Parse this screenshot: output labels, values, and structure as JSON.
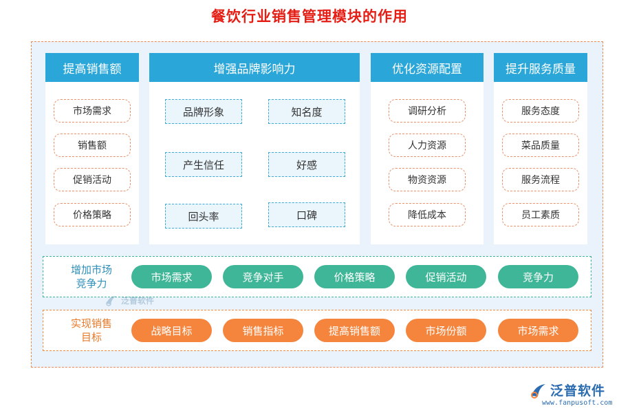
{
  "title": "餐饮行业销售管理模块的作用",
  "columns": [
    {
      "heading": "提高销售额",
      "items": [
        "市场需求",
        "销售额",
        "促销活动",
        "价格策略"
      ]
    },
    {
      "heading": "增强品牌影响力",
      "items": [
        "品牌形象",
        "知名度",
        "产生信任",
        "好感",
        "回头率",
        "口碑"
      ]
    },
    {
      "heading": "优化资源配置",
      "items": [
        "调研分析",
        "人力资源",
        "物资资源",
        "降低成本"
      ]
    },
    {
      "heading": "提升服务质量",
      "items": [
        "服务态度",
        "菜品质量",
        "服务流程",
        "员工素质"
      ]
    }
  ],
  "bands": [
    {
      "label_line1": "增加市场",
      "label_line2": "竞争力",
      "chips": [
        "市场需求",
        "竞争对手",
        "价格策略",
        "促销活动",
        "竞争力"
      ]
    },
    {
      "label_line1": "实现销售",
      "label_line2": "目标",
      "chips": [
        "战略目标",
        "销售指标",
        "提高销售额",
        "市场份额",
        "市场需求"
      ]
    }
  ],
  "watermark": {
    "text": "泛普软件",
    "icon": "fanpu-logo-icon"
  },
  "logo": {
    "name": "泛普软件",
    "url": "www.fanpusoft.com",
    "icon": "fanpu-logo-icon"
  },
  "colors": {
    "title": "#e41e14",
    "header": "#2aa7d8",
    "green": "#3fb697",
    "orange": "#f5853d",
    "frame": "#ef8a4c"
  }
}
